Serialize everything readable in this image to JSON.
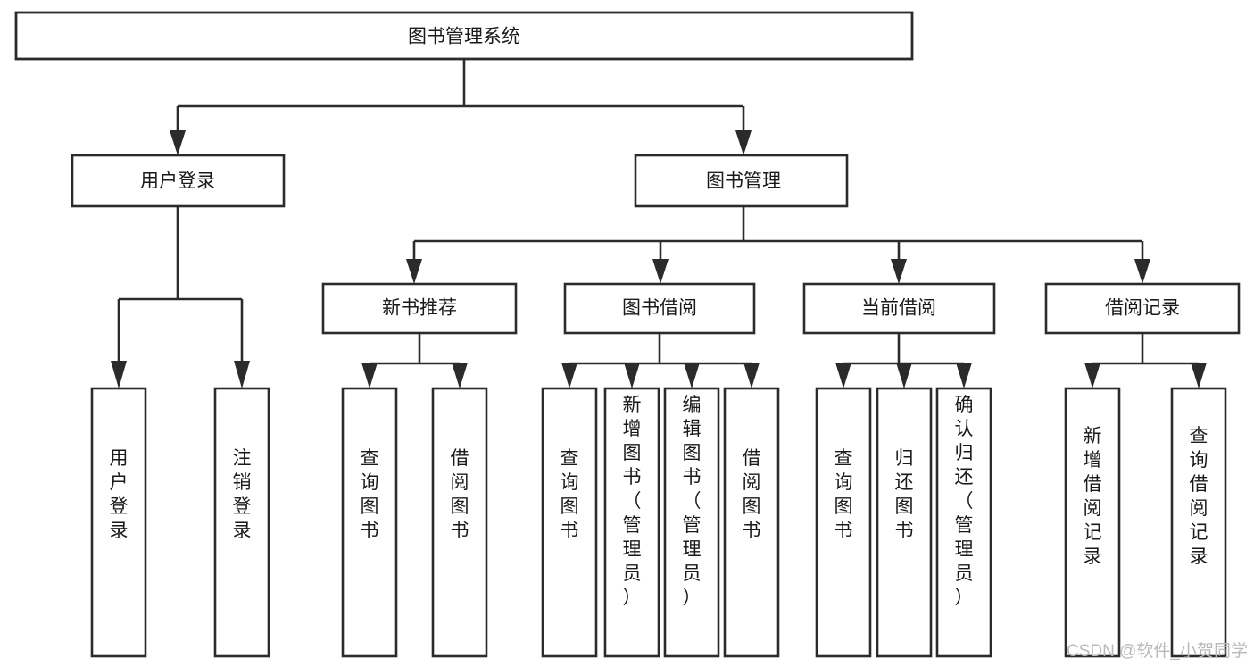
{
  "diagram": {
    "type": "tree",
    "title": "图书管理系统",
    "orientation": "top-down",
    "levels": 4,
    "root": {
      "id": "root",
      "label": "图书管理系统",
      "text_orientation": "horizontal"
    },
    "level2": [
      {
        "id": "user-login",
        "label": "用户登录",
        "text_orientation": "horizontal"
      },
      {
        "id": "book-management",
        "label": "图书管理",
        "text_orientation": "horizontal"
      }
    ],
    "level3": [
      {
        "id": "new-book-recommend",
        "label": "新书推荐",
        "parent": "book-management",
        "text_orientation": "horizontal"
      },
      {
        "id": "book-borrow",
        "label": "图书借阅",
        "parent": "book-management",
        "text_orientation": "horizontal"
      },
      {
        "id": "current-borrow",
        "label": "当前借阅",
        "parent": "book-management",
        "text_orientation": "horizontal"
      },
      {
        "id": "borrow-record",
        "label": "借阅记录",
        "parent": "book-management",
        "text_orientation": "horizontal"
      }
    ],
    "leaves": [
      {
        "id": "leaf-user-login",
        "label": "用户登录",
        "parent": "user-login",
        "text_orientation": "vertical"
      },
      {
        "id": "leaf-user-logout",
        "label": "注销登录",
        "parent": "user-login",
        "text_orientation": "vertical"
      },
      {
        "id": "leaf-query-book-1",
        "label": "查询图书",
        "parent": "new-book-recommend",
        "text_orientation": "vertical"
      },
      {
        "id": "leaf-borrow-book-1",
        "label": "借阅图书",
        "parent": "new-book-recommend",
        "text_orientation": "vertical"
      },
      {
        "id": "leaf-query-book-2",
        "label": "查询图书",
        "parent": "book-borrow",
        "text_orientation": "vertical"
      },
      {
        "id": "leaf-add-book",
        "label": "新增图书（管理员）",
        "parent": "book-borrow",
        "text_orientation": "vertical"
      },
      {
        "id": "leaf-edit-book",
        "label": "编辑图书（管理员）",
        "parent": "book-borrow",
        "text_orientation": "vertical"
      },
      {
        "id": "leaf-borrow-book-2",
        "label": "借阅图书",
        "parent": "book-borrow",
        "text_orientation": "vertical"
      },
      {
        "id": "leaf-query-book-3",
        "label": "查询图书",
        "parent": "current-borrow",
        "text_orientation": "vertical"
      },
      {
        "id": "leaf-return-book",
        "label": "归还图书",
        "parent": "current-borrow",
        "text_orientation": "vertical"
      },
      {
        "id": "leaf-confirm-return",
        "label": "确认归还（管理员）",
        "parent": "current-borrow",
        "text_orientation": "vertical"
      },
      {
        "id": "leaf-add-record",
        "label": "新增借阅记录",
        "parent": "borrow-record",
        "text_orientation": "vertical"
      },
      {
        "id": "leaf-query-record",
        "label": "查询借阅记录",
        "parent": "borrow-record",
        "text_orientation": "vertical"
      }
    ]
  },
  "watermark": {
    "text": "CSDN @软件_小贺同学"
  },
  "colors": {
    "box_stroke": "#2b2b2b",
    "box_fill": "#ffffff",
    "connector": "#2b2b2b",
    "text": "#1a1a1a",
    "watermark": "#b9b9b9",
    "background": "#ffffff"
  }
}
